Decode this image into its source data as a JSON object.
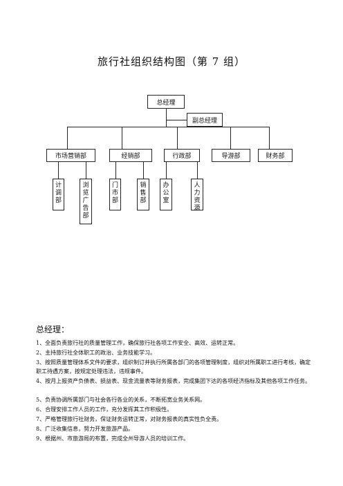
{
  "title": "旅行社组织结构图（第 7 组）",
  "chart": {
    "root": "总经理",
    "deputy": "副总经理",
    "departments": [
      "市场营销部",
      "经销部",
      "行政部",
      "导游部",
      "财务部"
    ],
    "subunits": {
      "market_1": "计调部",
      "market_2": "浏览广告部",
      "sales_1": "门市部",
      "sales_2": "销售部",
      "admin_1": "办公室",
      "admin_2": "人力资源"
    }
  },
  "section_title": "总经理：",
  "duties": [
    "1、全面负责旅行社的质量管理工作，确保旅行社各项工作安全、高效、运转正常。",
    "2、主持旅行社全体职工的政治、业务技能学习。",
    "3、按照质量管理体系文件的要求，组织制订并执行所属各部门的各项管理制度，组织对所属职工进行考核，确定职工待遇方案，按规定处理违法，违规事件。",
    "4、按月上报资产负债表、损益表、现金流量表等财务报表，完成集团下达的各项经济指标及其他各项工作任务。",
    "5、负责协调所属部门与社会各行各业的关系，不断拓宽业务关系网。",
    "6、合理安排工作人员的工作，充分发挥其工作积极性。",
    "7、严格管理旅行社财务，保证财务运转正常，对财务报表的真实性负全责。",
    "8、广泛收集信息，努力开发旅游产品。",
    "9、根据州、市旅游局的布置，完成全州导游人员的培训工作。"
  ]
}
